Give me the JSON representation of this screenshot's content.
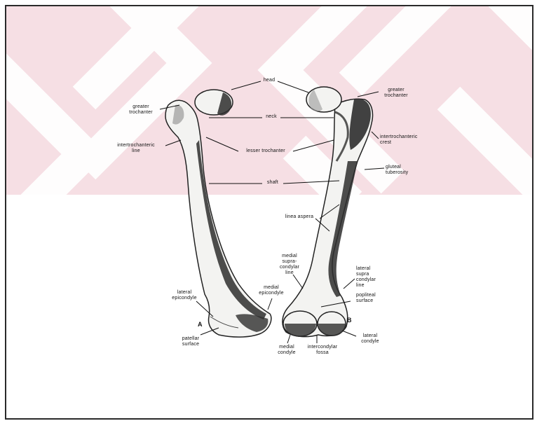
{
  "diagram": {
    "view_a_letter": "A",
    "view_b_letter": "B",
    "labels": {
      "head": "head",
      "greater_trochanter_left": "greater\ntrochanter",
      "greater_trochanter_right": "greater\ntrochanter",
      "neck": "neck",
      "intertrochanteric_line": "intertrochanteric\nline",
      "lesser_trochanter": "lesser trochanter",
      "intertrochanteric_crest": "intertrochanteric\ncrest",
      "gluteal_tuberosity": "gluteal\ntuberosity",
      "shaft": "shaft",
      "linea_aspera": "linea aspera",
      "medial_supracondylar_line": "medial\nsupra-\ncondylar\nline",
      "lateral_supracondylar_line": "lateral\nsupra\ncondylar\nline",
      "lateral_epicondyle": "lateral\nepicondyle",
      "medial_epicondyle": "medial\nepicondyle",
      "popliteal_surface": "popliteal\nsurface",
      "patellar_surface": "patellar\nsurface",
      "medial_condyle": "medial\ncondyle",
      "intercondylar_fossa": "intercondylar\nfossa",
      "lateral_condyle": "lateral\ncondyle"
    }
  },
  "colors": {
    "banner": "#f6dfe4",
    "banner_stripe": "#ffffff",
    "frame": "#2a2a2a",
    "bone_fill": "#f3f3f1",
    "bone_shade": "#2e2e2e",
    "ink": "#111111"
  }
}
